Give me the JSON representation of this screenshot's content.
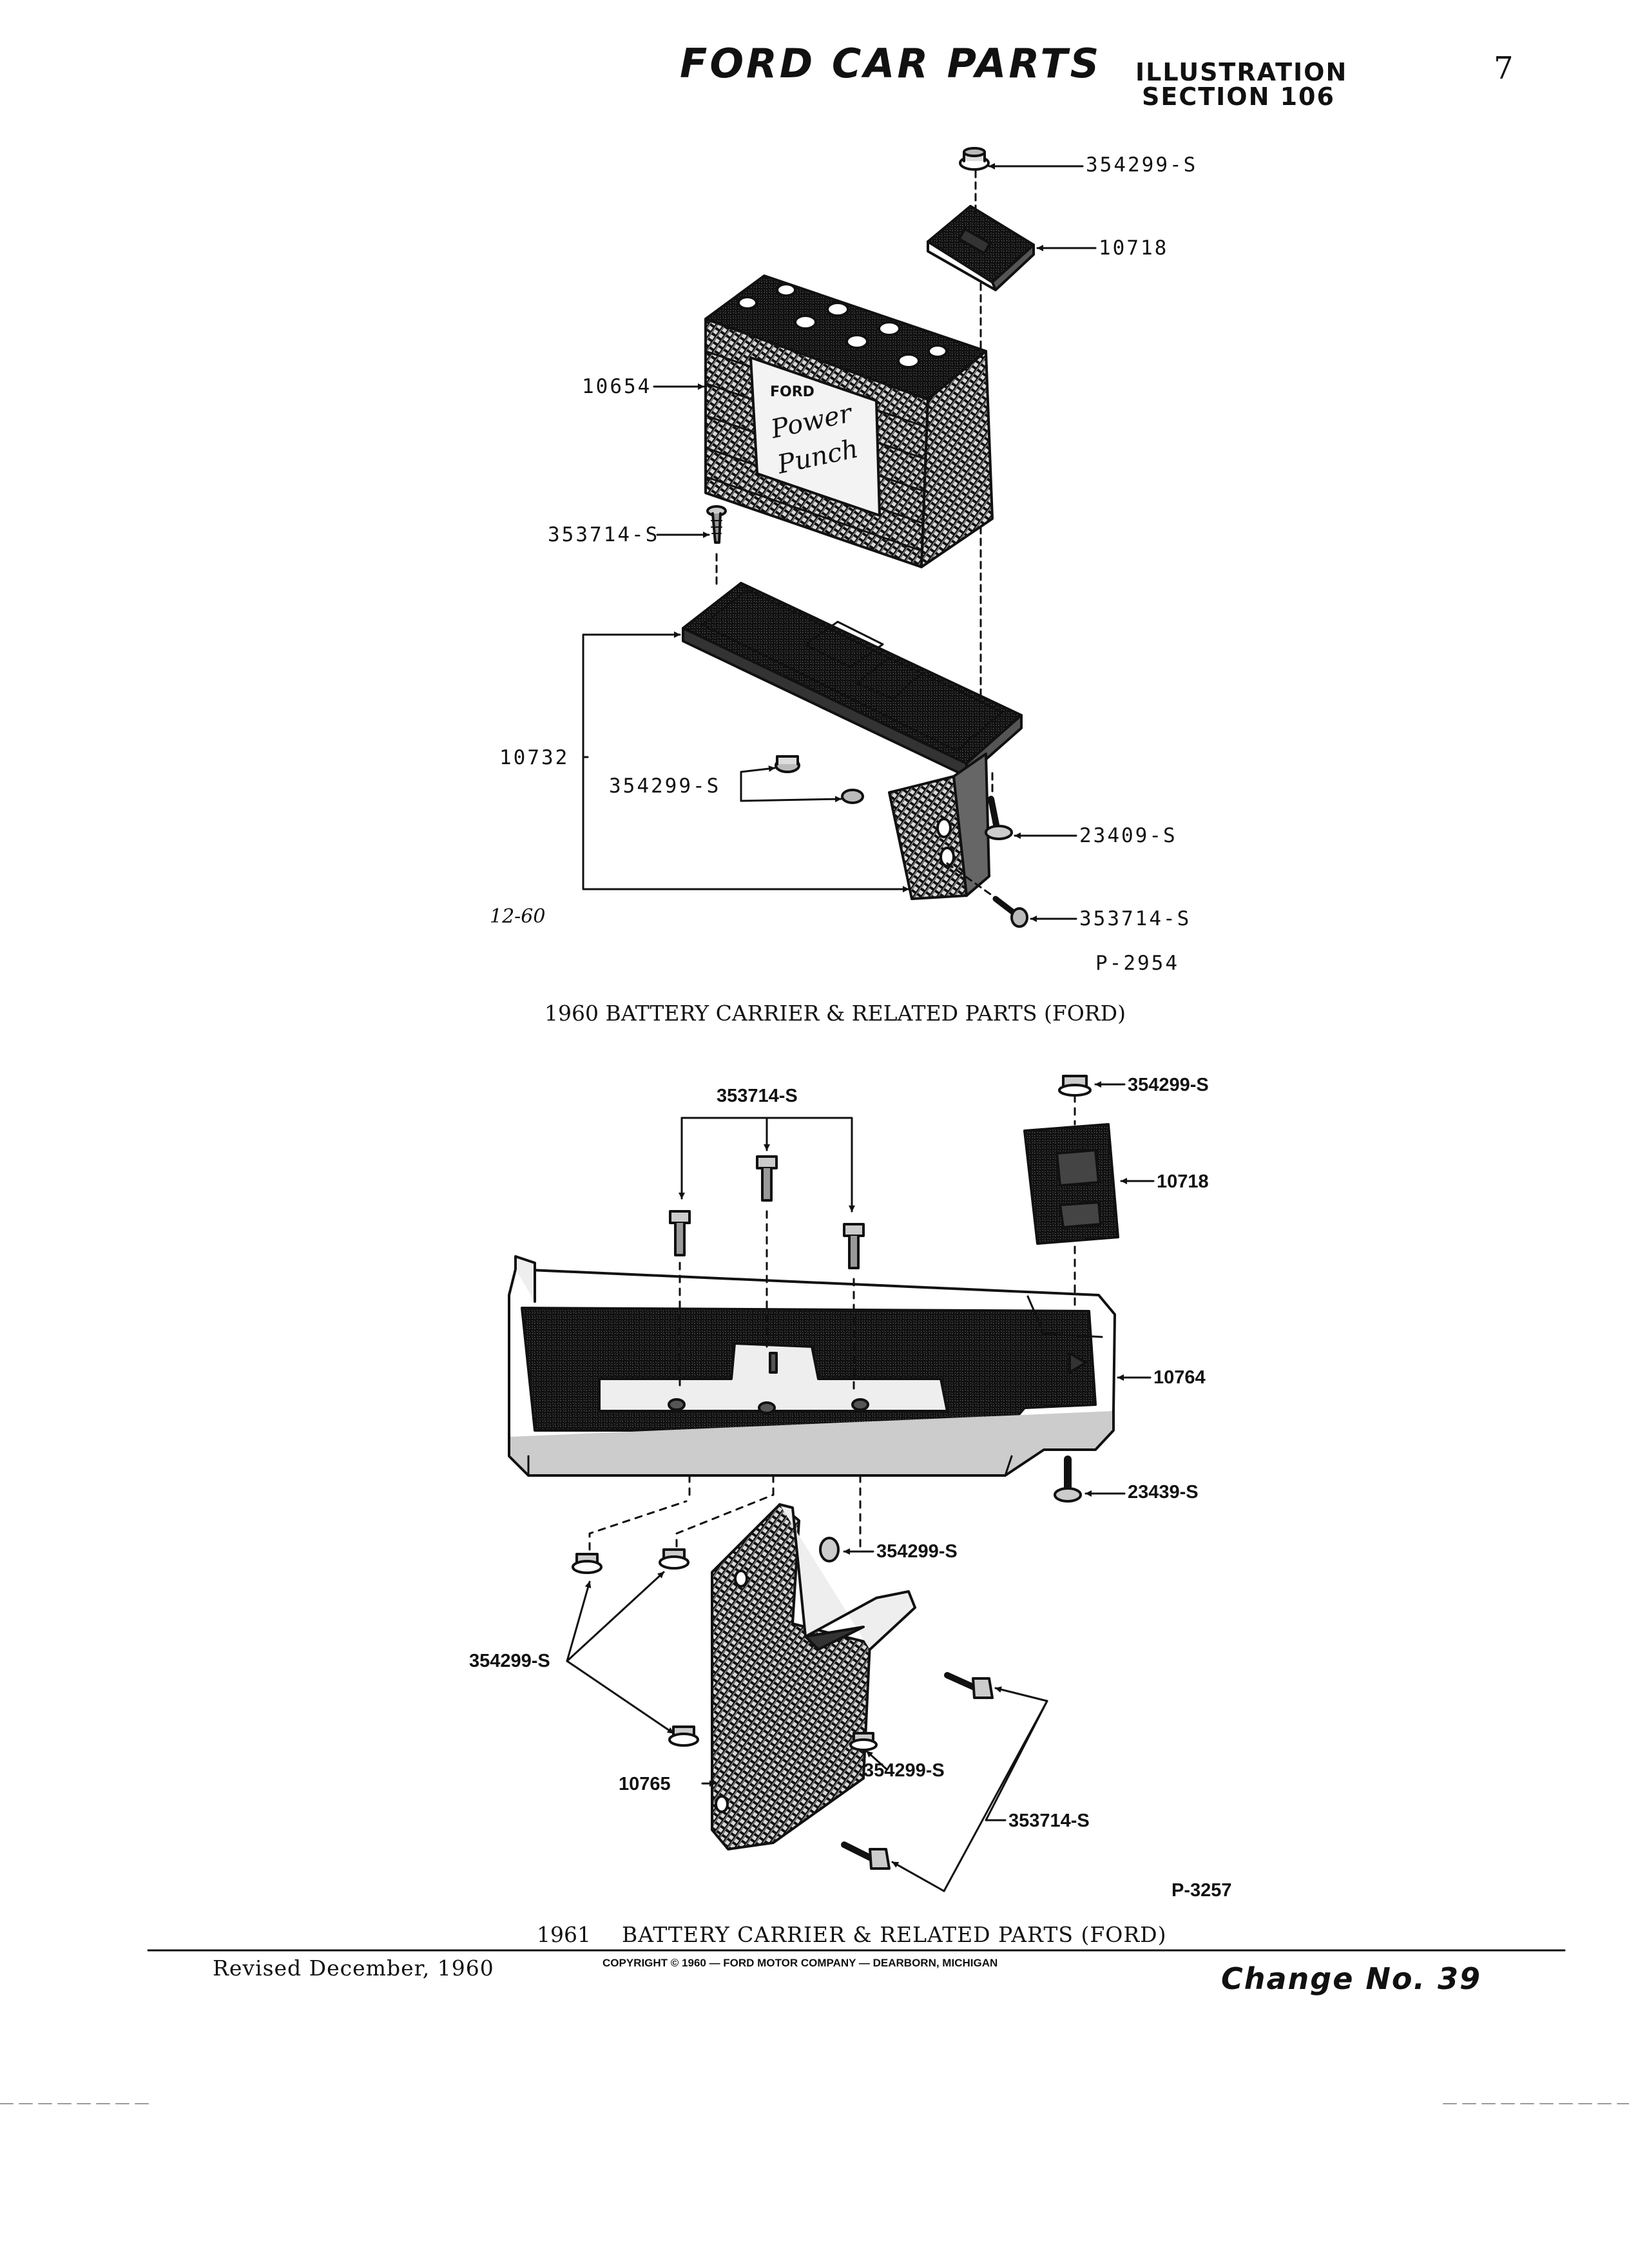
{
  "header": {
    "brand": "FORD CAR PARTS",
    "illustration_line1": "ILLUSTRATION",
    "illustration_line2": "SECTION 106",
    "page_number": "7"
  },
  "figure_1960": {
    "labels": {
      "nut_top": "354299-S",
      "clamp": "10718",
      "battery": "10654",
      "screw_left": "353714-S",
      "carrier": "10732",
      "nuts_middle": "354299-S",
      "bolt_right": "23409-S",
      "screw_bottom": "353714-S"
    },
    "date_code": "12-60",
    "plate_number": "P-2954",
    "caption": "1960 BATTERY CARRIER & RELATED PARTS (FORD)",
    "battery_logo_lines": [
      "FORD",
      "Power",
      "Punch"
    ]
  },
  "figure_1961": {
    "labels": {
      "screws_top": "353714-S",
      "nut_top_right": "354299-S",
      "clamp": "10718",
      "tray": "10764",
      "bolt": "23439-S",
      "nut_bracket": "354299-S",
      "nuts_left": "354299-S",
      "bracket": "10765",
      "nut_lower": "354299-S",
      "screws_lower": "353714-S"
    },
    "plate_number": "P-3257",
    "caption_year": "1961",
    "caption_text": "BATTERY CARRIER & RELATED PARTS (FORD)"
  },
  "footer": {
    "revised": "Revised December, 1960",
    "copyright": "COPYRIGHT © 1960 — FORD MOTOR COMPANY — DEARBORN, MICHIGAN",
    "change": "Change No. 39"
  }
}
